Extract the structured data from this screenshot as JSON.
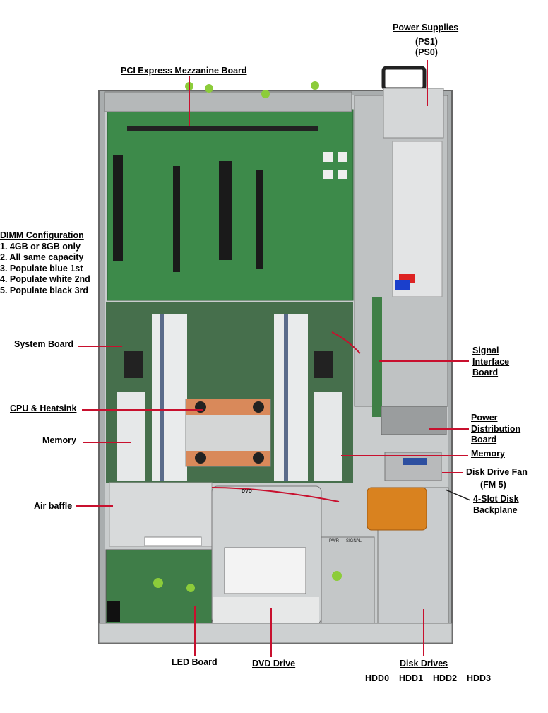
{
  "labels": {
    "power_supplies": "Power Supplies",
    "ps1": "(PS1)",
    "ps0": "(PS0)",
    "pci_mezzanine": "PCI Express Mezzanine Board",
    "dimm_title": "DIMM Configuration",
    "dimm_rules": [
      "1. 4GB or 8GB only",
      "2. All same capacity",
      "3. Populate blue 1st",
      "4. Populate white 2nd",
      "5. Populate black 3rd"
    ],
    "system_board": "System Board",
    "cpu_heatsink": "CPU & Heatsink",
    "memory_left": "Memory",
    "air_baffle": "Air baffle",
    "signal_interface": [
      "Signal",
      "Interface",
      "Board"
    ],
    "power_distribution": [
      "Power",
      "Distribution",
      "Board"
    ],
    "memory_right": "Memory",
    "disk_fan": "Disk Drive Fan",
    "fm5": "(FM 5)",
    "backplane": [
      "4-Slot Disk",
      "Backplane"
    ],
    "led_board": "LED Board",
    "dvd_drive": "DVD Drive",
    "disk_drives": "Disk Drives",
    "hdds": [
      "HDD0",
      "HDD1",
      "HDD2",
      "HDD3"
    ],
    "dvd_printed": "DVD",
    "power_printed": "PWR",
    "signal_printed": "SIGNAL"
  },
  "colors": {
    "board_green": "#3d8a4a",
    "chassis": "#b9bcbd",
    "callout": "#c8102e",
    "copper": "#d9895a"
  }
}
